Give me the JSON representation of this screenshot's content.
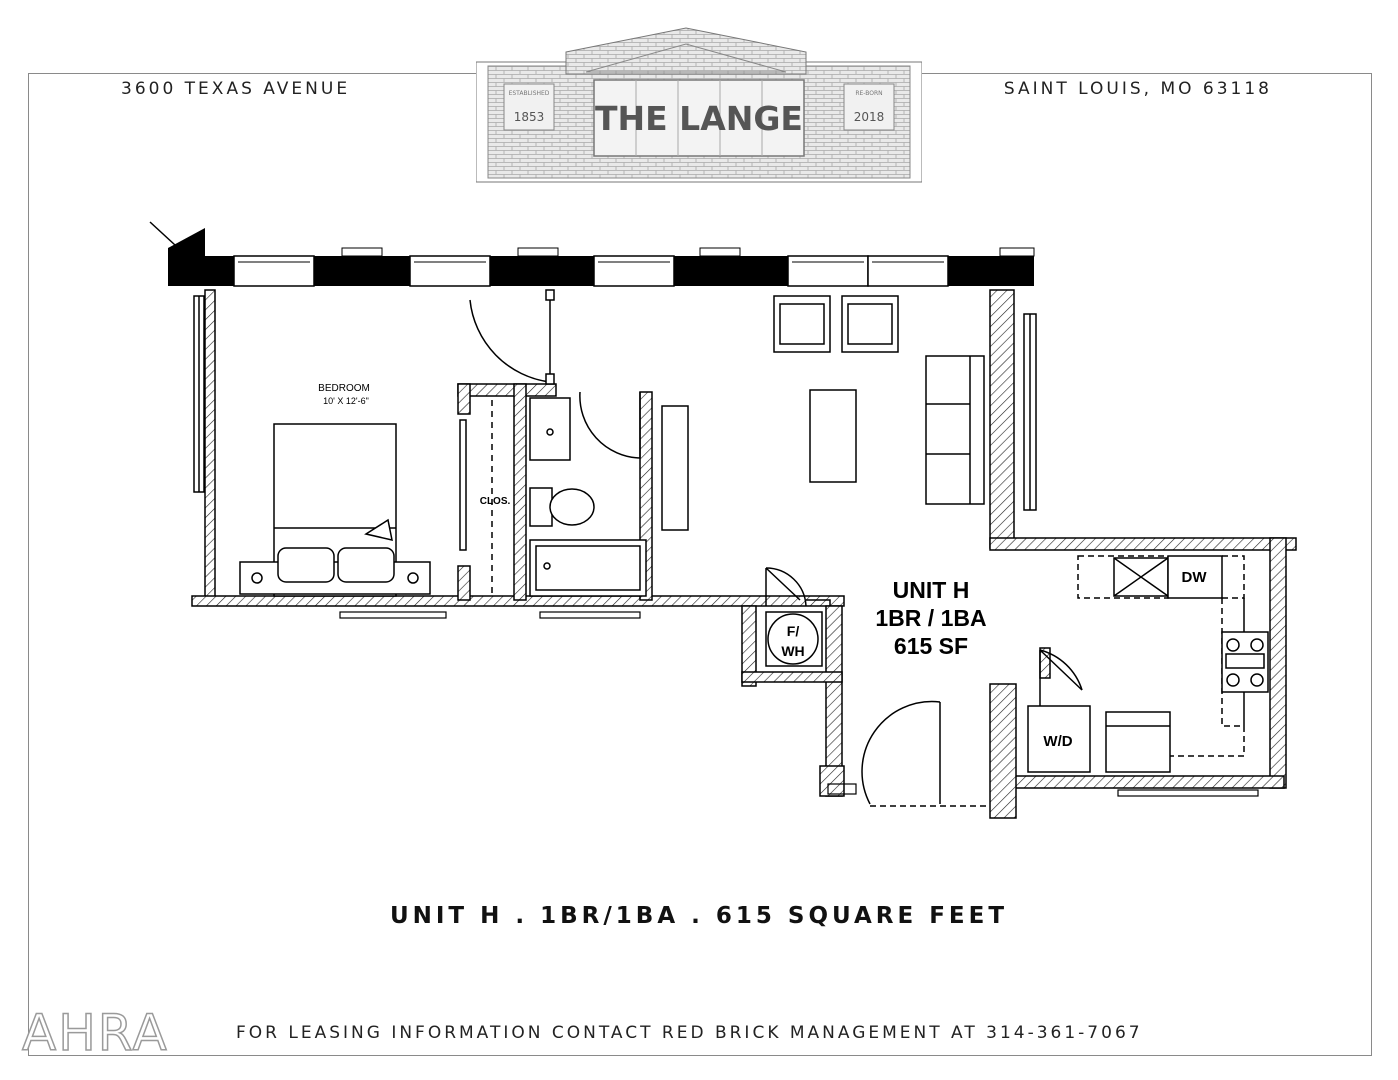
{
  "header": {
    "address": "3600 TEXAS AVENUE",
    "city": "SAINT LOUIS, MO 63118"
  },
  "logo": {
    "name": "THE LANGE",
    "left_label": "ESTABLISHED",
    "left_year": "1853",
    "right_label": "RE-BORN",
    "right_year": "2018"
  },
  "plan": {
    "bedroom_label": "BEDROOM",
    "bedroom_size": "10' X 12'-6\"",
    "closet_label": "CLOS.",
    "unit_name": "UNIT H",
    "unit_type": "1BR / 1BA",
    "unit_area": "615 SF",
    "fwh_line1": "F/",
    "fwh_line2": "WH",
    "dw_label": "DW",
    "wd_label": "W/D"
  },
  "title": "UNIT H . 1BR/1BA . 615 SQUARE FEET",
  "footer": "FOR LEASING INFORMATION CONTACT RED BRICK MANAGEMENT AT 314-361-7067",
  "watermark": "AHRA"
}
